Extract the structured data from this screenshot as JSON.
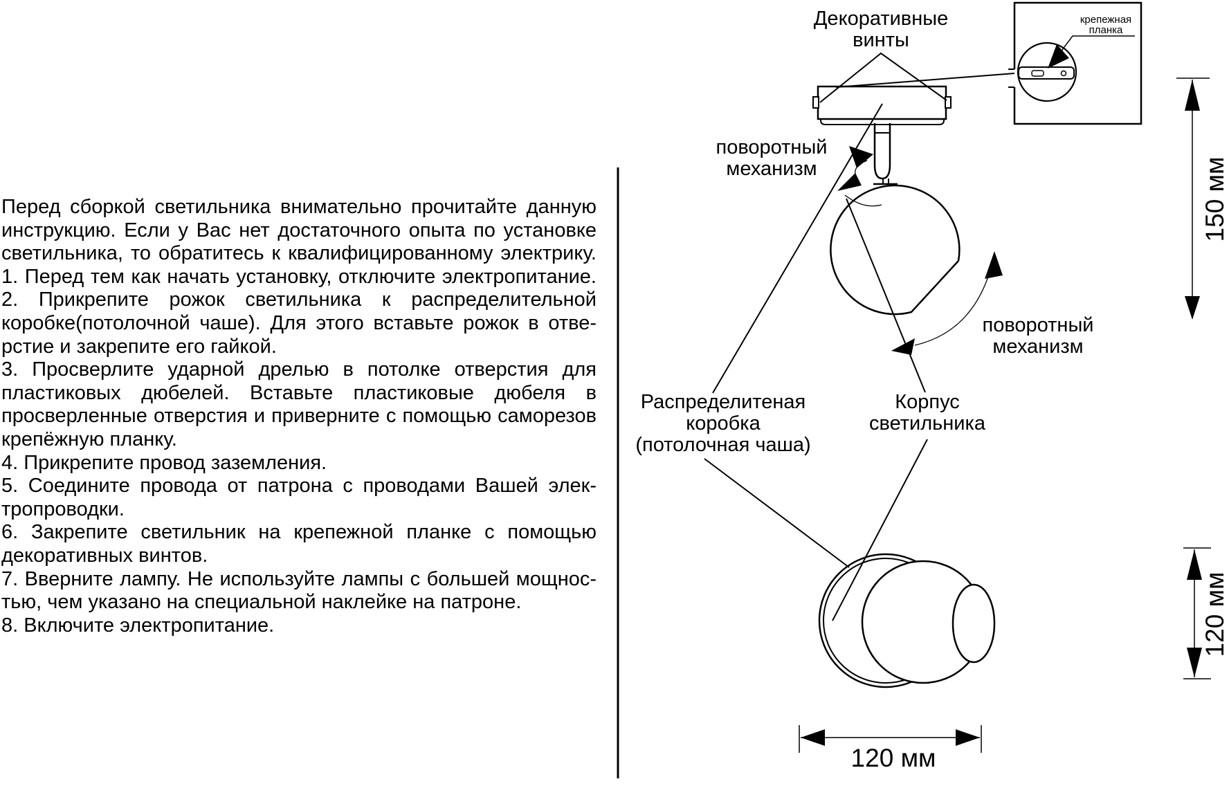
{
  "page": {
    "background": "#ffffff",
    "ink": "#000000"
  },
  "instructions": {
    "lines": [
      "Перед сборкой светильника внимательно прочитайте данную",
      "инструкцию. Если у Вас нет достаточного опыта по установке",
      "светильника, то обратитесь к квалифицированному электрику.",
      "1. Перед тем как начать установку, отключите электропитание.",
      "2. Прикрепите рожок светильника к распределительной",
      "коробке(потолочной чаше). Для этого вставьте рожок в отве-",
      "рстие и закрепите его гайкой.",
      "3. Просверлите ударной дрелью в потолке отверстия для",
      "пластиковых дюбелей. Вставьте пластиковые дюбеля в",
      "просверленные отверстия и приверните с помощью саморезов",
      "крепёжную планку.",
      "4. Прикрепите провод заземления.",
      "5. Соедините провода от патрона с проводами Вашей элек-",
      "тропроводки.",
      "6. Закрепите светильник на крепежной планке с помощью",
      "декоративных винтов.",
      "7. Вверните лампу. Не используйте лампы с большей мощнос-",
      "тью, чем указано на специальной наклейке на патроне.",
      "8. Включите электропитание."
    ]
  },
  "diagram": {
    "labels": {
      "decorative_screws": [
        "Декоративные",
        "винты"
      ],
      "mounting_plate": [
        "крепежная",
        "планка"
      ],
      "swivel_top": [
        "поворотный",
        "механизм"
      ],
      "swivel_side": [
        "поворотный",
        "механизм"
      ],
      "junction_box": [
        "Распределитеная",
        "коробка",
        "(потолочная чаша)"
      ],
      "lamp_body": [
        "Корпус",
        "светильника"
      ]
    },
    "dimensions": {
      "overall_height": "150 мм",
      "body_height": "120 мм",
      "body_width": "120 мм"
    }
  }
}
